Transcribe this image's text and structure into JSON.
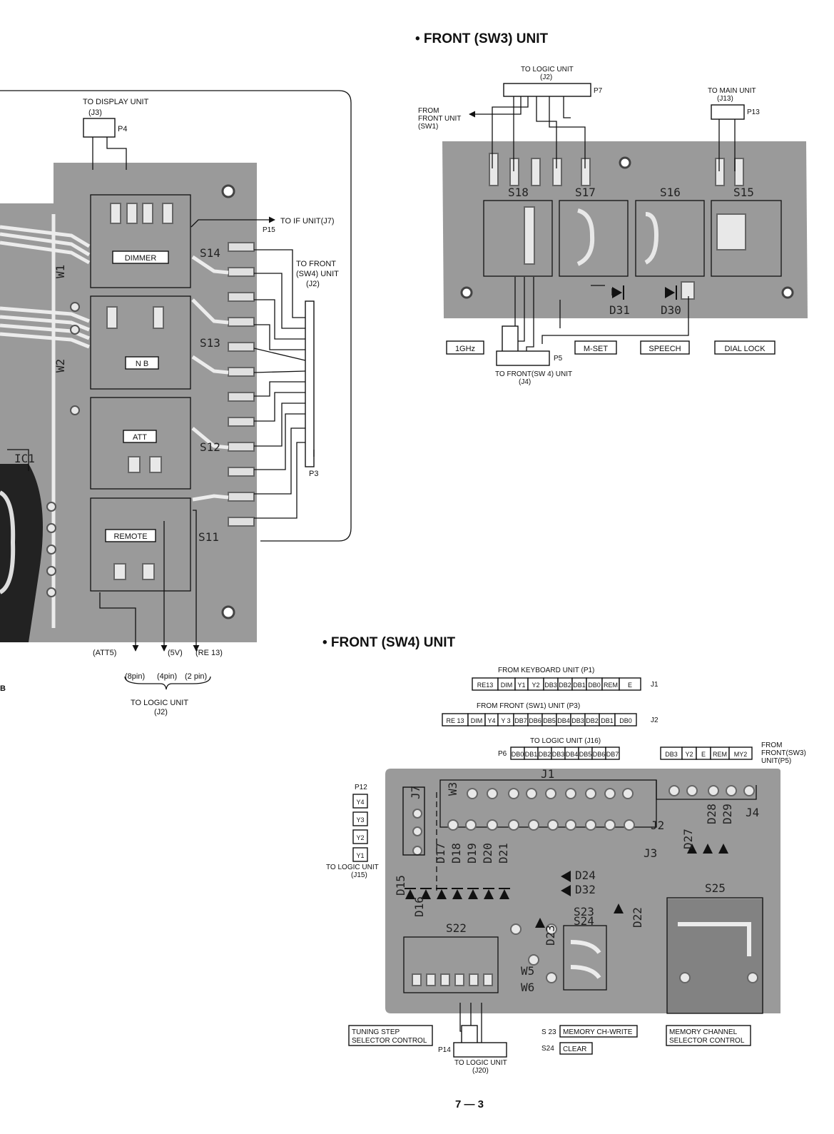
{
  "page_number": "7 — 3",
  "sw3": {
    "title": "• FRONT (SW3) UNIT",
    "to_logic": "TO LOGIC UNIT",
    "to_logic_j": "(J2)",
    "p7": "P7",
    "from_front_1": "FROM",
    "from_front_2": "FRONT UNIT",
    "from_front_3": "(SW1)",
    "to_main": "TO MAIN UNIT",
    "to_main_j": "(J13)",
    "p13": "P13",
    "switches": [
      "S18",
      "S17",
      "S16",
      "S15"
    ],
    "diodes": [
      "D31",
      "D30"
    ],
    "buttons": [
      "1GHz",
      "M-SET",
      "SPEECH",
      "DIAL LOCK"
    ],
    "p5": "P5",
    "to_front_sw4": "TO FRONT(SW 4) UNIT",
    "to_front_sw4_j": "(J4)"
  },
  "left": {
    "to_display": "TO DISPLAY UNIT",
    "to_display_j": "(J3)",
    "p4": "P4",
    "to_if": "TO IF UNIT(J7)",
    "p15": "P15",
    "to_front_1": "TO FRONT",
    "to_front_2": "(SW4) UNIT",
    "to_front_3": "(J2)",
    "p3": "P3",
    "w1": "W1",
    "w2": "W2",
    "ic1": "IC1",
    "switches": [
      "S14",
      "S13",
      "S12",
      "S11"
    ],
    "buttons": [
      "DIMMER",
      "N B",
      "ATT",
      "REMOTE"
    ],
    "signals": [
      "(ATT5)",
      "(5V)",
      "(RE 13)"
    ],
    "pins": [
      "(8pin)",
      "(4pin)",
      "(2 pin)"
    ],
    "to_logic": "TO LOGIC UNIT",
    "to_logic_j": "(J2)",
    "margin_char": "B"
  },
  "sw4": {
    "title": "• FRONT (SW4) UNIT",
    "from_keyboard": "FROM KEYBOARD UNIT (P1)",
    "j1_cells": [
      "RE13",
      "DIM",
      "Y1",
      "Y2",
      "DB3",
      "DB2",
      "DB1",
      "DB0",
      "REM",
      "E"
    ],
    "j1": "J1",
    "from_front_sw1": "FROM FRONT (SW1) UNIT (P3)",
    "j2_cells": [
      "RE 13",
      "DIM",
      "Y4",
      "Y 3",
      "DB7",
      "DB6",
      "DB5",
      "DB4",
      "DB3",
      "DB2",
      "DB1",
      "DB0"
    ],
    "j2": "J2",
    "to_logic_j16": "TO LOGIC UNIT (J16)",
    "p6": "P6",
    "p6_cells": [
      "DB0",
      "DB1",
      "DB2",
      "DB3",
      "DB4",
      "DB5",
      "DB6",
      "DB7"
    ],
    "right_cells": [
      "DB3",
      "Y2",
      "E",
      "REM",
      "MY2"
    ],
    "from_sw3_1": "FROM",
    "from_sw3_2": "FRONT(SW3)",
    "from_sw3_3": "UNIT(P5)",
    "p12": "P12",
    "p12_cells": [
      "Y4",
      "Y3",
      "Y2",
      "Y1"
    ],
    "to_logic_j15": "TO LOGIC UNIT",
    "to_logic_j15_j": "(J15)",
    "board_labels": {
      "j1": "J1",
      "j7": "J7",
      "w3": "W3",
      "j2": "J2",
      "j3": "J3",
      "j4": "J4",
      "d15": "D15",
      "d16": "D16",
      "d17": "D17",
      "d18": "D18",
      "d19": "D19",
      "d20": "D20",
      "d21": "D21",
      "d24": "D24",
      "d32": "D32",
      "d23": "D23",
      "d22": "D22",
      "d27": "D27",
      "d28": "D28",
      "d29": "D29",
      "s22": "S22",
      "s23": "S23",
      "s24": "S24",
      "s25": "S25",
      "w5": "W5",
      "w6": "W6"
    },
    "tuning_1": "TUNING  STEP",
    "tuning_2": "SELECTOR  CONTROL",
    "s23_label": "S 23",
    "s23_box": "MEMORY CH-WRITE",
    "s24_label": "S24",
    "s24_box": "CLEAR",
    "mem_1": "MEMORY  CHANNEL",
    "mem_2": "SELECTOR CONTROL",
    "p14": "P14",
    "to_logic_j20": "TO LOGIC UNIT",
    "to_logic_j20_j": "(J20)"
  }
}
